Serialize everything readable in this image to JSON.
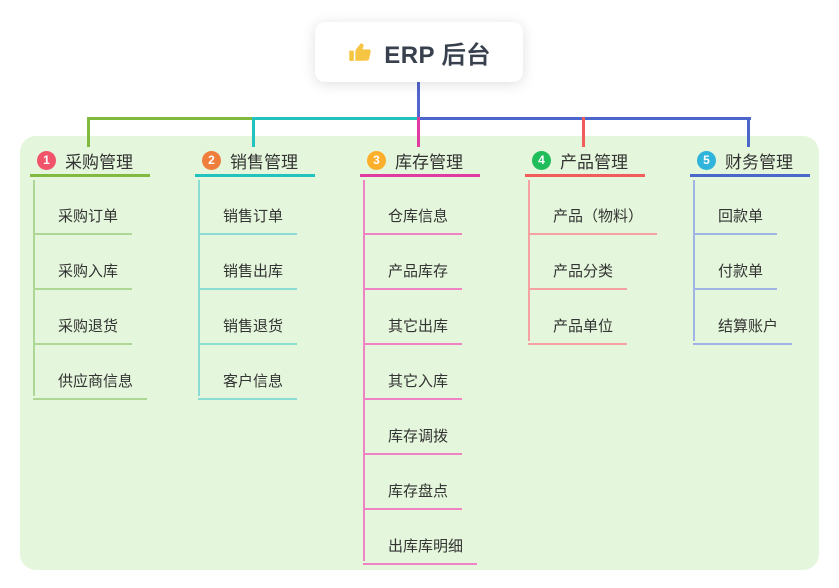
{
  "root": {
    "title": "ERP 后台",
    "icon": "thumbs-up-icon"
  },
  "colors": {
    "panel_bg": "#e4f6db",
    "trunk": "#5365cf",
    "text": "#333333",
    "root_text": "#37404c",
    "icon_yellow": "#f6c544"
  },
  "branches": [
    {
      "index": "1",
      "label": "采购管理",
      "badge_color": "#f0536a",
      "line_color": "#82ba40",
      "child_line_color": "#aed694",
      "children": [
        "采购订单",
        "采购入库",
        "采购退货",
        "供应商信息"
      ]
    },
    {
      "index": "2",
      "label": "销售管理",
      "badge_color": "#ef7d3c",
      "line_color": "#22c2bf",
      "child_line_color": "#8cdcd6",
      "children": [
        "销售订单",
        "销售出库",
        "销售退货",
        "客户信息"
      ]
    },
    {
      "index": "3",
      "label": "库存管理",
      "badge_color": "#feaf2b",
      "line_color": "#e03ba1",
      "child_line_color": "#ef83c4",
      "children": [
        "仓库信息",
        "产品库存",
        "其它出库",
        "其它入库",
        "库存调拨",
        "库存盘点",
        "出库库明细"
      ]
    },
    {
      "index": "4",
      "label": "产品管理",
      "badge_color": "#20bd5b",
      "line_color": "#f15d5d",
      "child_line_color": "#f6a2a2",
      "children": [
        "产品（物料）",
        "产品分类",
        "产品单位"
      ]
    },
    {
      "index": "5",
      "label": "财务管理",
      "badge_color": "#30b4db",
      "line_color": "#4b67cb",
      "child_line_color": "#9fb3e4",
      "children": [
        "回款单",
        "付款单",
        "结算账户"
      ]
    }
  ]
}
